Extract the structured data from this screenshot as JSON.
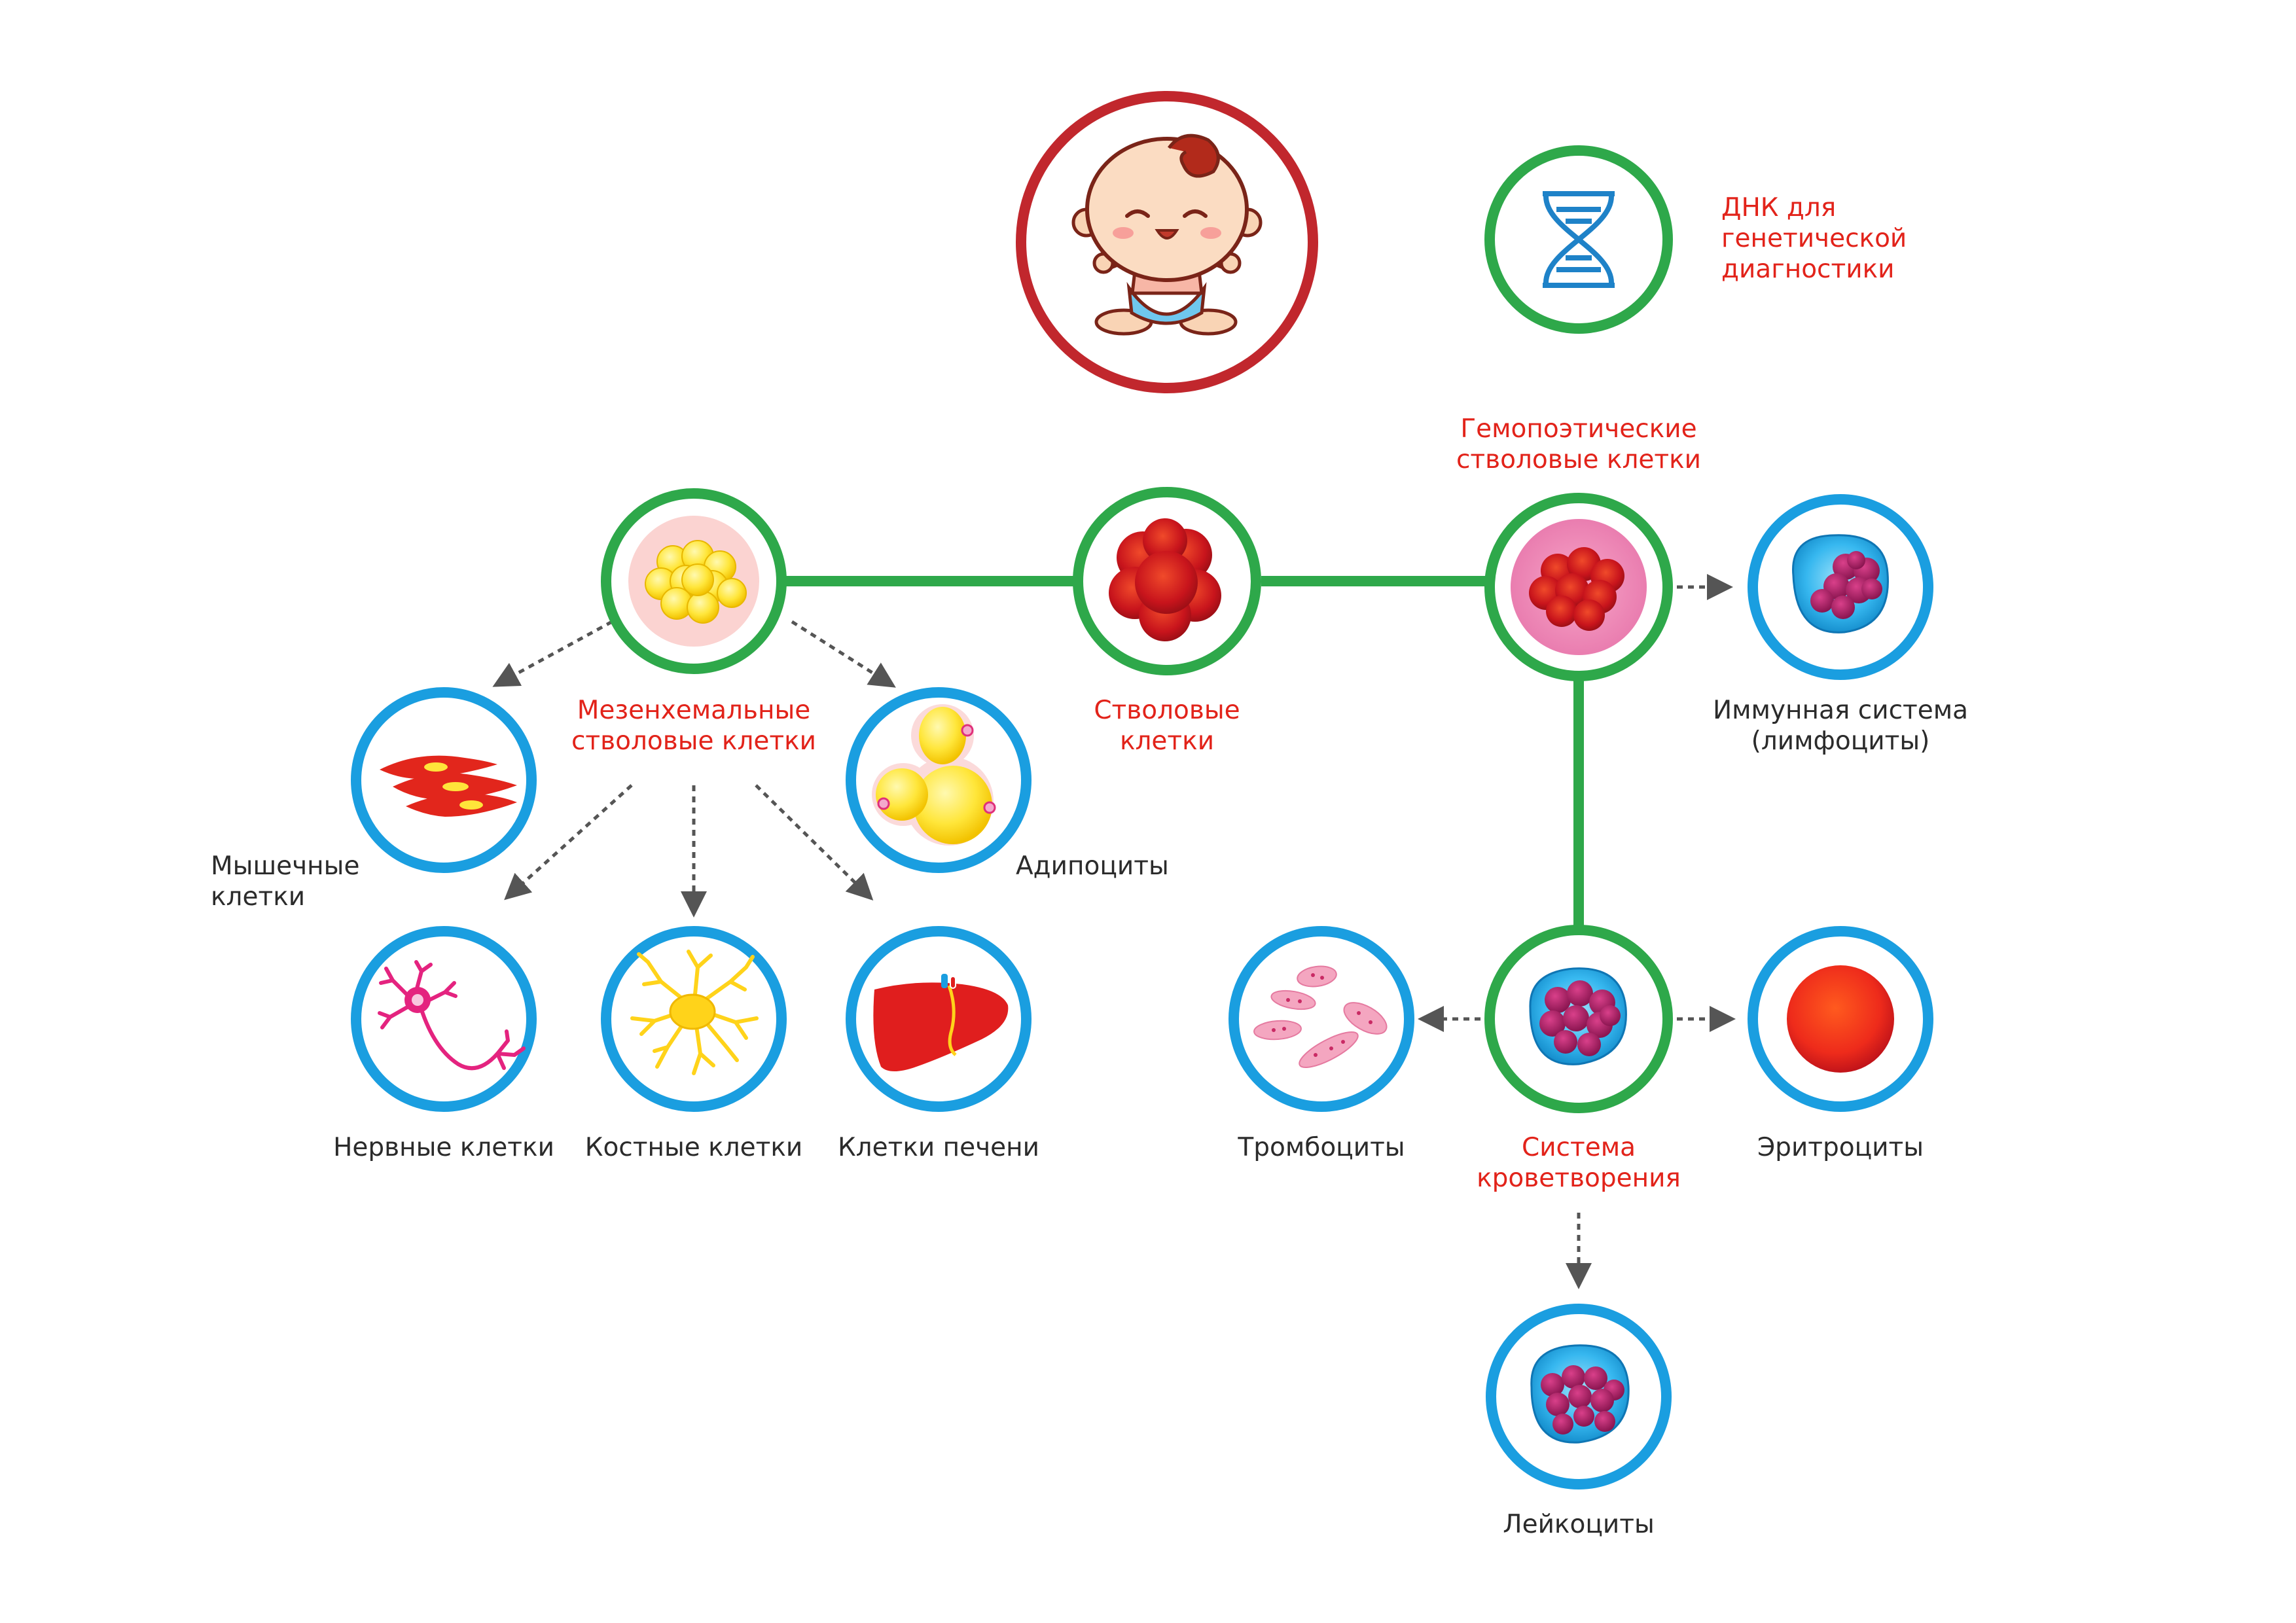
{
  "colors": {
    "baby_ring": "#c1272d",
    "stem_ring": "#2ea84a",
    "derived_ring": "#1a9ee0",
    "label_red": "#e2231a",
    "label_dark": "#2b2b2b",
    "arrow": "#555555"
  },
  "labels": {
    "dna": [
      "ДНК для",
      "генетической",
      "диагностики"
    ],
    "hematopoietic": [
      "Гемопоэтические",
      "стволовые клетки"
    ],
    "mesenchymal": [
      "Мезенхемальные",
      "стволовые клетки"
    ],
    "stem": [
      "Стволовые",
      "клетки"
    ],
    "immune": [
      "Иммунная система",
      "(лимфоциты)"
    ],
    "muscle": [
      "Мышечные",
      "клетки"
    ],
    "adipocytes": [
      "Адипоциты"
    ],
    "nerve": [
      "Нервные клетки"
    ],
    "bone": [
      "Костные клетки"
    ],
    "liver": [
      "Клетки печени"
    ],
    "platelets": [
      "Тромбоциты"
    ],
    "hematopoiesis": [
      "Система",
      "кроветворения"
    ],
    "erythrocytes": [
      "Эритроциты"
    ],
    "leukocytes": [
      "Лейкоциты"
    ]
  },
  "icons": {
    "baby": "baby-icon",
    "dna": "dna-helix-icon",
    "mesenchymal": "yellow-cell-cluster-icon",
    "stem": "red-cell-cluster-icon",
    "hematopoietic": "red-cluster-on-pink-icon",
    "immune": "lymphocyte-icon",
    "muscle": "muscle-fiber-icon",
    "adipocytes": "fat-cell-icon",
    "nerve": "neuron-icon",
    "bone": "osteocyte-icon",
    "liver": "liver-icon",
    "platelets": "platelet-icon",
    "hematopoiesis": "blood-progenitor-icon",
    "erythrocytes": "red-blood-cell-icon",
    "leukocytes": "leukocyte-icon"
  }
}
